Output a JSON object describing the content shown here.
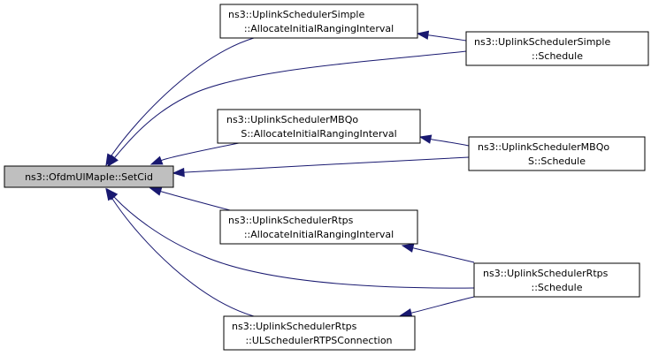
{
  "nodes": {
    "setcid": {
      "lines": [
        "ns3::OfdmUlMapIe::SetCid"
      ],
      "focus": true
    },
    "simple_alloc": {
      "lines": [
        "ns3::UplinkSchedulerSimple",
        "::AllocateInitialRangingInterval"
      ]
    },
    "simple_sched": {
      "lines": [
        "ns3::UplinkSchedulerSimple",
        "::Schedule"
      ]
    },
    "mbqos_alloc": {
      "lines": [
        "ns3::UplinkSchedulerMBQo",
        "S::AllocateInitialRangingInterval"
      ]
    },
    "mbqos_sched": {
      "lines": [
        "ns3::UplinkSchedulerMBQo",
        "S::Schedule"
      ]
    },
    "rtps_alloc": {
      "lines": [
        "ns3::UplinkSchedulerRtps",
        "::AllocateInitialRangingInterval"
      ]
    },
    "rtps_sched": {
      "lines": [
        "ns3::UplinkSchedulerRtps",
        "::Schedule"
      ]
    },
    "rtps_conn": {
      "lines": [
        "ns3::UplinkSchedulerRtps",
        "::ULSchedulerRTPSConnection"
      ]
    }
  },
  "edges": [
    {
      "from": "simple_alloc",
      "to": "setcid"
    },
    {
      "from": "simple_sched",
      "to": "setcid"
    },
    {
      "from": "mbqos_alloc",
      "to": "setcid"
    },
    {
      "from": "mbqos_sched",
      "to": "setcid"
    },
    {
      "from": "rtps_alloc",
      "to": "setcid"
    },
    {
      "from": "rtps_sched",
      "to": "setcid"
    },
    {
      "from": "rtps_conn",
      "to": "setcid"
    },
    {
      "from": "simple_sched",
      "to": "simple_alloc"
    },
    {
      "from": "mbqos_sched",
      "to": "mbqos_alloc"
    },
    {
      "from": "rtps_sched",
      "to": "rtps_alloc"
    },
    {
      "from": "rtps_sched",
      "to": "rtps_conn"
    }
  ]
}
